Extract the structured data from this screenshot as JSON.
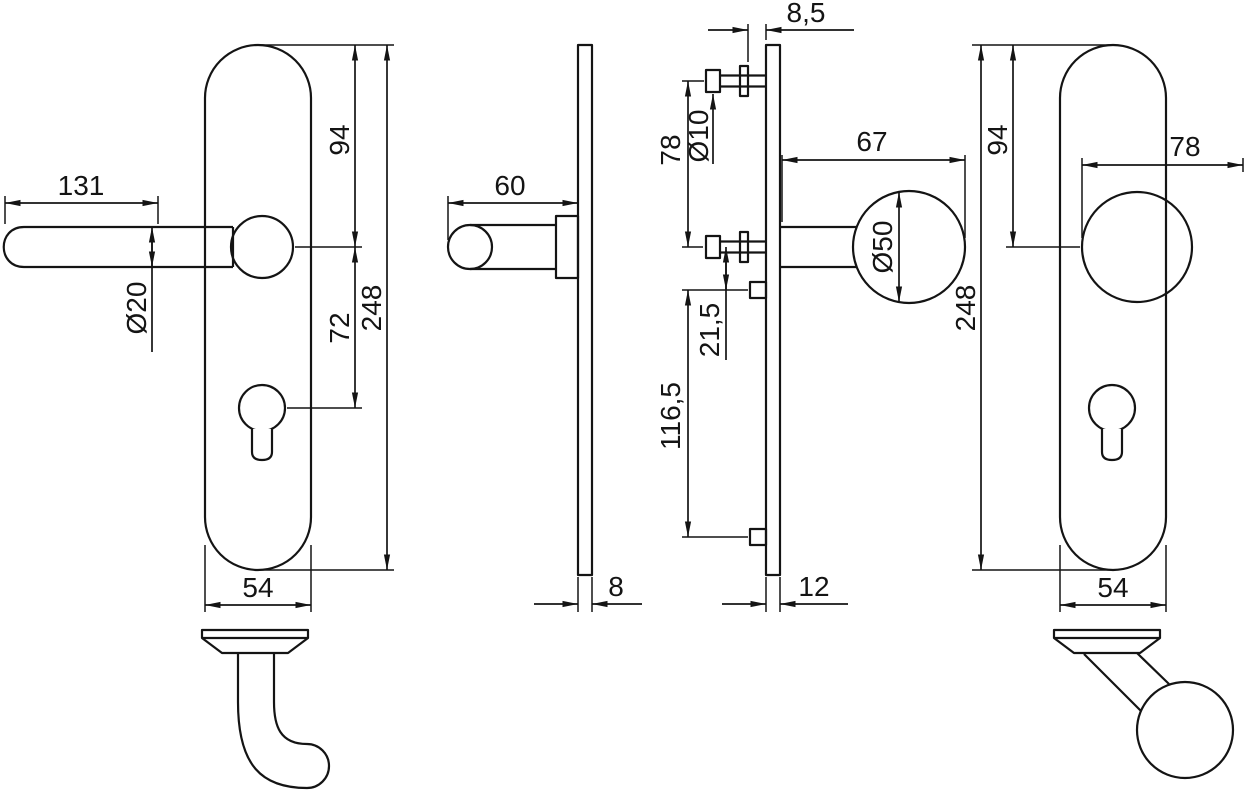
{
  "style": {
    "line_color": "#141414",
    "background": "#ffffff"
  },
  "dims": {
    "lever_front": {
      "length": "131",
      "bar_dia": "Ø20",
      "top_to_axis": "94",
      "axis_to_cyl": "72",
      "height": "248",
      "width": "54"
    },
    "lever_side": {
      "projection": "60",
      "thickness": "8"
    },
    "section": {
      "offset": "8,5",
      "screw_dia": "Ø10",
      "top_span": "78",
      "axis_to_fix": "21,5",
      "fix_span": "116,5",
      "knob_proj": "67",
      "knob_dia": "Ø50",
      "depth": "12"
    },
    "knob_front": {
      "top_to_axis": "94",
      "height": "248",
      "knob_span": "78",
      "width": "54"
    }
  }
}
